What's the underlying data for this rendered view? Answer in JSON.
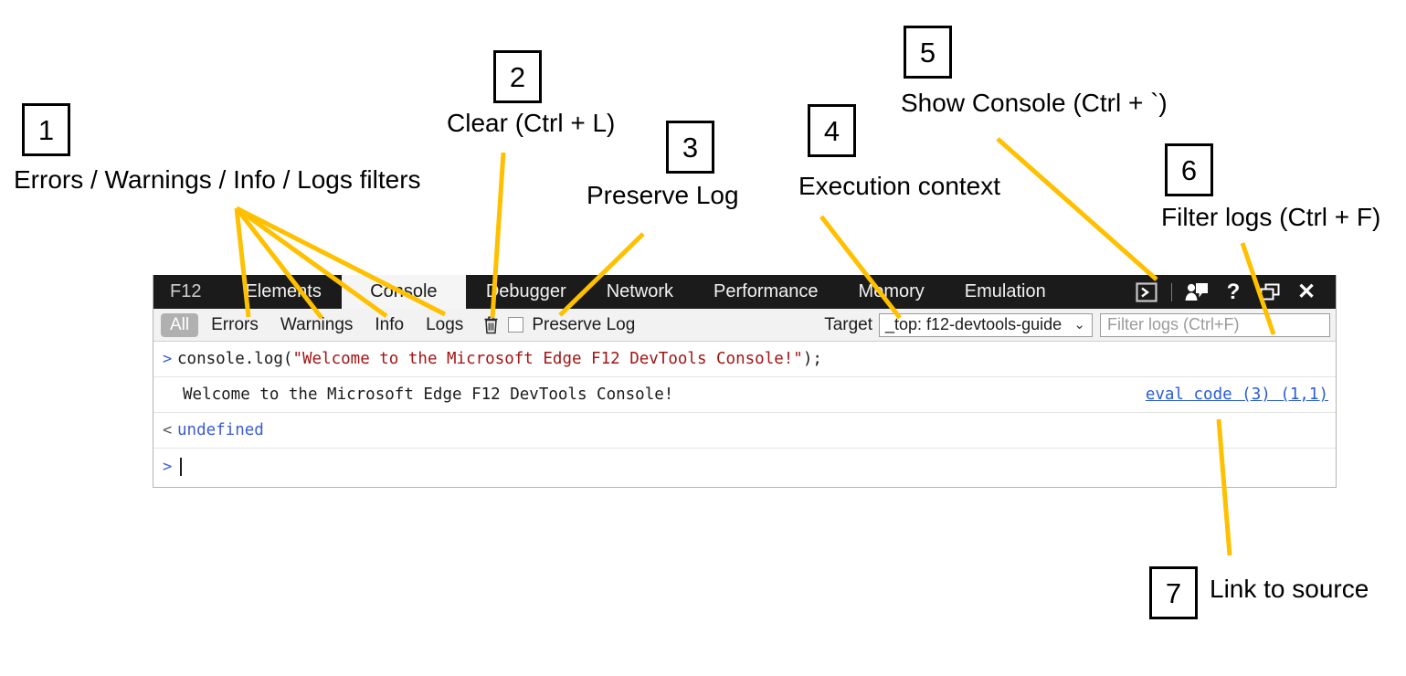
{
  "devtools": {
    "tabs": [
      {
        "label": "F12",
        "active": false
      },
      {
        "label": "Elements",
        "active": false
      },
      {
        "label": "Console",
        "active": true
      },
      {
        "label": "Debugger",
        "active": false
      },
      {
        "label": "Network",
        "active": false
      },
      {
        "label": "Performance",
        "active": false
      },
      {
        "label": "Memory",
        "active": false
      },
      {
        "label": "Emulation",
        "active": false
      }
    ],
    "window_icons": [
      {
        "name": "show-console-icon",
        "glyph": "console-toggle"
      },
      {
        "name": "send-feedback-icon",
        "glyph": "feedback"
      },
      {
        "name": "help-icon",
        "glyph": "question"
      },
      {
        "name": "dock-undock-icon",
        "glyph": "dock"
      },
      {
        "name": "close-icon",
        "glyph": "close"
      }
    ],
    "filterbar": {
      "filters": [
        {
          "label": "All",
          "selected": true
        },
        {
          "label": "Errors",
          "selected": false
        },
        {
          "label": "Warnings",
          "selected": false
        },
        {
          "label": "Info",
          "selected": false
        },
        {
          "label": "Logs",
          "selected": false
        }
      ],
      "clear_icon": "trash-icon",
      "preserve_log_label": "Preserve Log",
      "preserve_log_checked": false,
      "target_label": "Target",
      "target_value": "_top: f12-devtools-guide",
      "filter_placeholder": "Filter logs (Ctrl+F)"
    },
    "console": {
      "input_glyph": ">",
      "output_glyph": "<",
      "command_prefix": "console.log(",
      "command_string": "\"Welcome to the Microsoft Edge F12 DevTools Console!\"",
      "command_suffix": ");",
      "output_text": "Welcome to the Microsoft Edge F12 DevTools Console!",
      "source_link": "eval code (3) (1,1)",
      "return_value": "undefined",
      "prompt_glyph": ">"
    }
  },
  "annotations": [
    {
      "number": "1",
      "label": "Errors / Warnings / Info / Logs filters"
    },
    {
      "number": "2",
      "label": "Clear (Ctrl + L)"
    },
    {
      "number": "3",
      "label": "Preserve Log"
    },
    {
      "number": "4",
      "label": "Execution context"
    },
    {
      "number": "5",
      "label": "Show Console (Ctrl + `)"
    },
    {
      "number": "6",
      "label": "Filter logs (Ctrl + F)"
    },
    {
      "number": "7",
      "label": "Link to source"
    }
  ],
  "colors": {
    "annotation_line": "#FFC000",
    "tabstrip_bg": "#1B1B1B",
    "active_tab_bg": "#F5F5F5",
    "filterbar_bg": "#F2F2F2",
    "string_literal": "#A31515",
    "link": "#2A5BD7",
    "undefined_value": "#3B5BD4"
  }
}
